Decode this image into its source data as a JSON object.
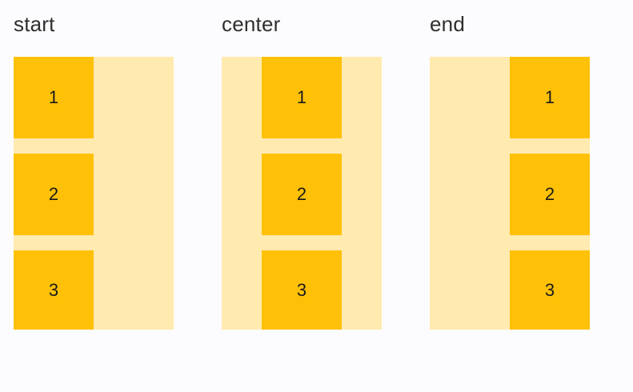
{
  "background_color": "#fcfcfe",
  "palette": {
    "container_fill": "#ffeab0",
    "box_fill": "#ffc107",
    "label_color": "#2f2f2f",
    "number_color": "#1a1a1a"
  },
  "groups": [
    {
      "label": "start",
      "alignment": "start",
      "boxes": [
        {
          "number": "1"
        },
        {
          "number": "2"
        },
        {
          "number": "3"
        }
      ]
    },
    {
      "label": "center",
      "alignment": "center",
      "boxes": [
        {
          "number": "1"
        },
        {
          "number": "2"
        },
        {
          "number": "3"
        }
      ]
    },
    {
      "label": "end",
      "alignment": "end",
      "boxes": [
        {
          "number": "1"
        },
        {
          "number": "2"
        },
        {
          "number": "3"
        }
      ]
    }
  ]
}
